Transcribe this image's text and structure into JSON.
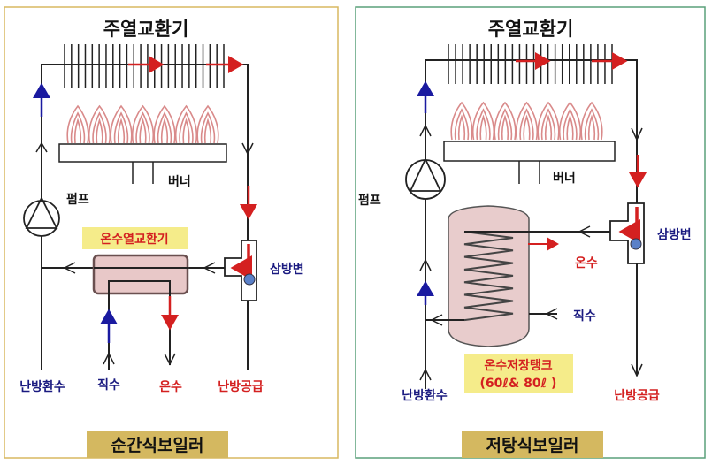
{
  "left_panel": {
    "title": "주열교환기",
    "burner_label": "버너",
    "pump_label": "펌프",
    "dhw_hx_label": "온수열교환기",
    "valve_label": "삼방변",
    "heating_return": "난방환수",
    "cold_water": "직수",
    "hot_water": "온수",
    "heating_supply": "난방공급",
    "caption": "순간식보일러"
  },
  "right_panel": {
    "title": "주열교환기",
    "burner_label": "버너",
    "pump_label": "펌프",
    "valve_label": "삼방변",
    "hot_water": "온수",
    "cold_water": "직수",
    "tank_label": "온수저장탱크",
    "tank_capacity": "(60ℓ& 80ℓ )",
    "heating_return": "난방환수",
    "heating_supply": "난방공급",
    "caption": "저탕식보일러"
  },
  "colors": {
    "hot": "#d42020",
    "cold": "#1a1aa0",
    "left_border": "#d8b860",
    "right_border": "#5aa07a",
    "caption_bg": "#d4b860"
  }
}
